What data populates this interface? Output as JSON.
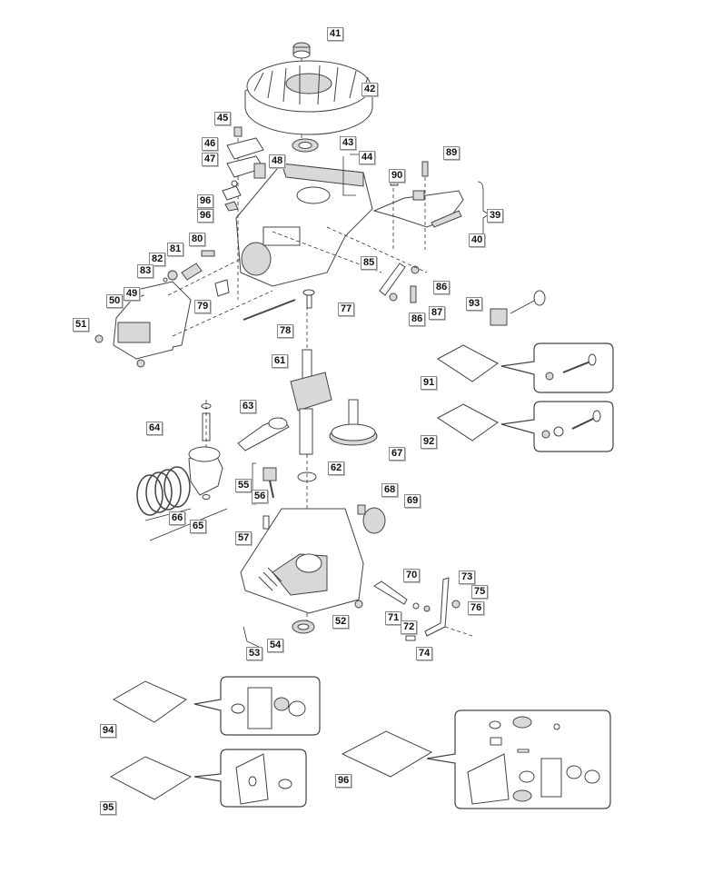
{
  "diagram": {
    "title": "Engine exploded parts view",
    "labels": [
      {
        "id": "41",
        "name": "flywheel-nut"
      },
      {
        "id": "42",
        "name": "flywheel"
      },
      {
        "id": "43",
        "name": "oil-seal-top"
      },
      {
        "id": "44",
        "name": "crankcase-assembly"
      },
      {
        "id": "45",
        "name": "breather-bolt"
      },
      {
        "id": "46",
        "name": "breather-cover"
      },
      {
        "id": "47",
        "name": "breather-gasket"
      },
      {
        "id": "48",
        "name": "breather-filter"
      },
      {
        "id": "96",
        "name": "gasket-set-a"
      },
      {
        "id": "96b",
        "text": "96",
        "name": "gasket-set-b"
      },
      {
        "id": "89",
        "name": "governor-bolt"
      },
      {
        "id": "90",
        "name": "bracket-bolt"
      },
      {
        "id": "39",
        "name": "throttle-control-assembly"
      },
      {
        "id": "40",
        "name": "governor-spring"
      },
      {
        "id": "80",
        "name": "rocker-stud"
      },
      {
        "id": "81",
        "name": "rocker-arm"
      },
      {
        "id": "82",
        "name": "pivot-ball"
      },
      {
        "id": "83",
        "name": "rocker-nut"
      },
      {
        "id": "49",
        "name": "valve-cover-gasket"
      },
      {
        "id": "50",
        "name": "valve-cover"
      },
      {
        "id": "51",
        "name": "valve-cover-bolt"
      },
      {
        "id": "79",
        "name": "push-rod-guide"
      },
      {
        "id": "78",
        "name": "push-rod"
      },
      {
        "id": "77",
        "name": "tappet"
      },
      {
        "id": "85",
        "name": "governor-lever"
      },
      {
        "id": "86",
        "name": "lever-bolt"
      },
      {
        "id": "86b",
        "text": "86",
        "name": "lever-bolt-b"
      },
      {
        "id": "87",
        "name": "lever-spring"
      },
      {
        "id": "93",
        "name": "valve-spring"
      },
      {
        "id": "91",
        "name": "exhaust-valve-kit"
      },
      {
        "id": "92",
        "name": "intake-valve-kit"
      },
      {
        "id": "61",
        "name": "crankshaft"
      },
      {
        "id": "63",
        "name": "connecting-rod"
      },
      {
        "id": "64",
        "name": "piston-pin"
      },
      {
        "id": "66",
        "name": "piston-rings"
      },
      {
        "id": "65",
        "name": "piston-clip"
      },
      {
        "id": "67",
        "name": "camshaft"
      },
      {
        "id": "62",
        "name": "washer"
      },
      {
        "id": "55",
        "name": "oil-sensor-assembly"
      },
      {
        "id": "56",
        "name": "oil-sensor-pin"
      },
      {
        "id": "57",
        "name": "dowel-pin"
      },
      {
        "id": "68",
        "name": "governor-bolt-lower"
      },
      {
        "id": "69",
        "name": "governor-gear"
      },
      {
        "id": "70",
        "name": "governor-shaft"
      },
      {
        "id": "73",
        "name": "governor-arm"
      },
      {
        "id": "75",
        "name": "arm-nut"
      },
      {
        "id": "76",
        "name": "arm-pin"
      },
      {
        "id": "71",
        "name": "shaft-washer"
      },
      {
        "id": "72",
        "name": "shaft-clip"
      },
      {
        "id": "52",
        "name": "drain-plug"
      },
      {
        "id": "53",
        "name": "sump-assembly"
      },
      {
        "id": "54",
        "name": "oil-seal-bottom"
      },
      {
        "id": "74",
        "name": "arm-bolt"
      },
      {
        "id": "94",
        "name": "gasket-kit-carb"
      },
      {
        "id": "95",
        "name": "gasket-kit-spacer"
      },
      {
        "id": "96c",
        "text": "96",
        "name": "gasket-kit-full"
      }
    ]
  }
}
